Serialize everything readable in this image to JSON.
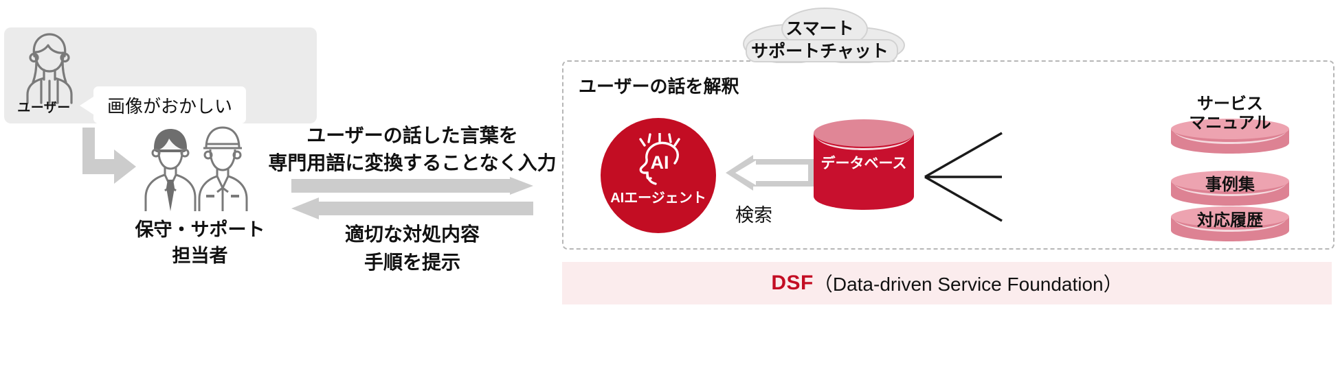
{
  "left": {
    "user_label": "ユーザー",
    "speech_bubble": "画像がおかしい",
    "staff_label": "保守・サポート\n担当者"
  },
  "middle": {
    "text_top": "ユーザーの話した言葉を\n専門用語に変換することなく入力",
    "text_bottom": "適切な対処内容\n手順を提示"
  },
  "right": {
    "cloud_label": "スマート\nサポートチャット",
    "interpret_label": "ユーザーの話を解釈",
    "ai_agent_label": "AIエージェント",
    "ai_icon_text": "AI",
    "search_label": "検索",
    "database_label": "データベース",
    "sources": [
      {
        "label": "サービス\nマニュアル"
      },
      {
        "label": "事例集"
      },
      {
        "label": "対応履歴"
      }
    ],
    "footer": {
      "abbr": "DSF",
      "full": "（Data-driven Service Foundation）"
    }
  },
  "colors": {
    "brand_red": "#c30d23",
    "db_red": "#c8102e",
    "pill_pink": "#e8909e",
    "panel_gray": "#ebebeb",
    "arrow_gray": "#cccccc",
    "footer_pink": "#fbeced",
    "line_gray": "#7a7a7a"
  }
}
